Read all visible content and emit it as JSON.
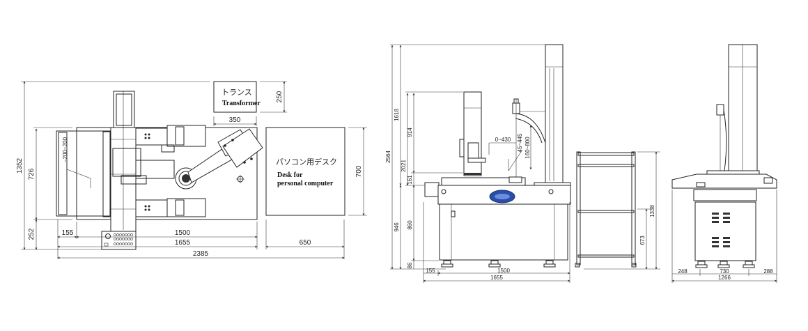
{
  "plan_view": {
    "transformer_jp": "トランス",
    "transformer_en": "Transformer",
    "desk_jp": "パソコン用デスク",
    "desk_en_line1": "Desk for",
    "desk_en_line2": "personal computer",
    "dims": {
      "total_depth": "1352",
      "table_depth": "726",
      "panel_depth": "252",
      "range": "−200~200",
      "transformer_width": "350",
      "transformer_depth": "250",
      "desk_depth": "700",
      "offset": "155",
      "table_inner": "1500",
      "table_width": "1655",
      "total_width": "2385",
      "desk_width": "650"
    }
  },
  "front_view": {
    "dims": {
      "total_height": "2564",
      "upper": "1618",
      "column_height": "2021",
      "column_upper": "914",
      "column_base": "161",
      "table_height": "946",
      "frame_height": "860",
      "foot": "86",
      "reach": "0~430",
      "angle_range": "45~445",
      "height_range": "160~800",
      "offset": "155",
      "inner": "1500",
      "width": "1655",
      "cart_height": "1338",
      "cart_shelf": "673"
    }
  },
  "side_view": {
    "dims": {
      "left": "248",
      "middle": "730",
      "right": "288",
      "width": "1266"
    }
  }
}
